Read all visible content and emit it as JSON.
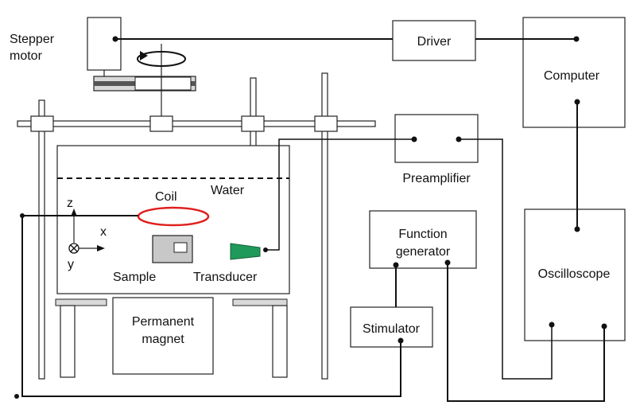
{
  "labels": {
    "stepper_motor_line1": "Stepper",
    "stepper_motor_line2": "motor",
    "driver": "Driver",
    "computer": "Computer",
    "preamplifier": "Preamplifier",
    "water": "Water",
    "coil": "Coil",
    "axis_z": "z",
    "axis_x": "x",
    "axis_y": "y",
    "sample": "Sample",
    "transducer": "Transducer",
    "function_generator_line1": "Function",
    "function_generator_line2": "generator",
    "oscilloscope": "Oscilloscope",
    "stimulator": "Stimulator",
    "permanent_magnet_line1": "Permanent",
    "permanent_magnet_line2": "magnet"
  },
  "colors": {
    "coil": "#e02020",
    "transducer": "#1f9a5a",
    "sample_fill": "#c8c8c8",
    "support_fill": "#d9d9d9"
  }
}
